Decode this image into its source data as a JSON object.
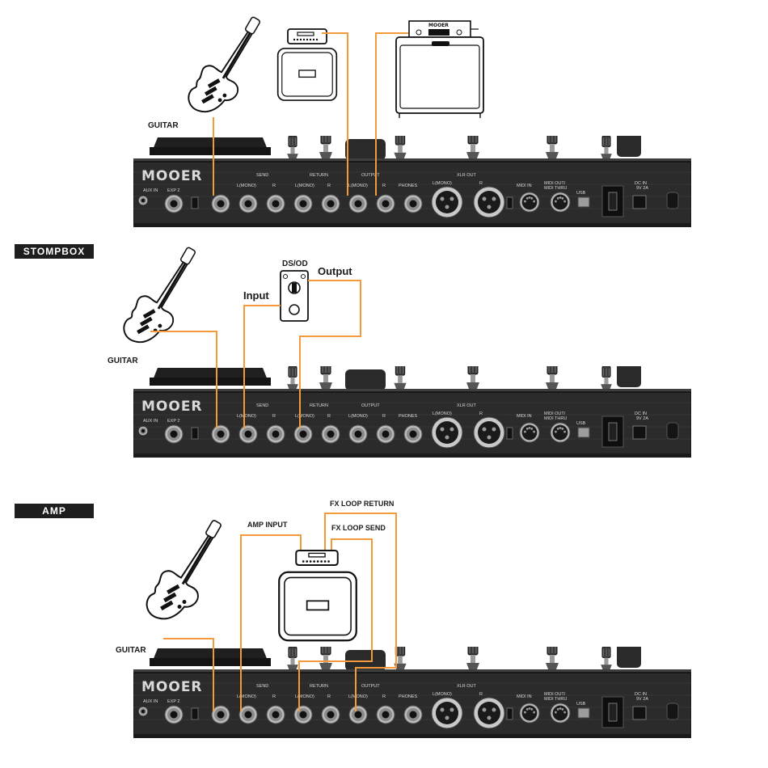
{
  "sections": {
    "stompbox_badge": "STOMPBOX",
    "amp_badge": "AMP"
  },
  "labels": {
    "guitar": "GUITAR",
    "ds_od": "DS/OD",
    "input": "Input",
    "output": "Output",
    "amp_input": "AMP INPUT",
    "fx_loop_return": "FX LOOP RETURN",
    "fx_loop_send": "FX LOOP SEND",
    "head_brand": "MOOER"
  },
  "device": {
    "brand": "MOOER",
    "ports": {
      "aux_in": "AUX IN",
      "exp2": "EXP 2",
      "send": "SEND",
      "return": "RETURN",
      "output": "OUTPUT",
      "l_mono": "L(MONO)",
      "r": "R",
      "phones": "PHONES",
      "xlr_out": "XLR OUT",
      "midi_in": "MIDI IN",
      "midi_out": "MIDI OUT/ MIDI THRU",
      "usb": "USB",
      "dc_in": "DC IN 9V 2A"
    }
  },
  "colors": {
    "cable": "#f39a3b",
    "device_body": "#2b2b2b",
    "badge": "#1e1e1e"
  }
}
